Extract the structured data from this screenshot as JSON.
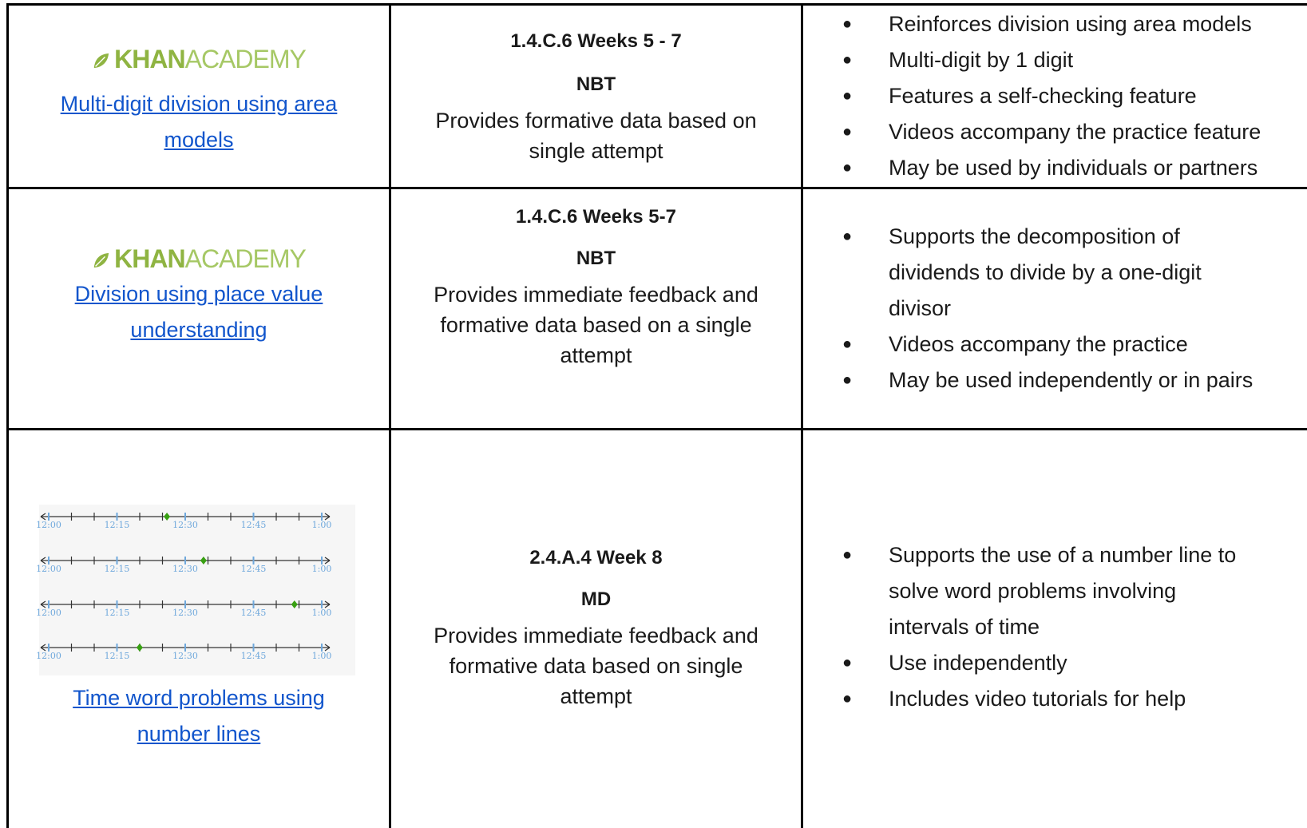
{
  "rows": [
    {
      "logo": {
        "bold": "KHAN",
        "light": "ACADEMY"
      },
      "link": {
        "line1": "Multi-digit division using area",
        "line2": "models"
      },
      "standard": "1.4.C.6  Weeks 5 - 7",
      "domain": "NBT",
      "desc": {
        "line1": "Provides formative data based on",
        "line2": "single attempt"
      },
      "bullets": [
        "Reinforces division using area models",
        "Multi-digit by 1 digit",
        "Features a self-checking feature",
        "Videos accompany the practice feature",
        "May be used by individuals or partners"
      ]
    },
    {
      "logo": {
        "bold": "KHAN",
        "light": "ACADEMY"
      },
      "link": {
        "line1": "Division using place value",
        "line2": "understanding"
      },
      "standard": "1.4.C.6 Weeks 5-7",
      "domain": "NBT",
      "desc": {
        "line1": "Provides immediate feedback and",
        "line2": "formative data based on a single",
        "line3": "attempt"
      },
      "bullets": [
        "Supports the decomposition of",
        "dividends to divide by a one-digit",
        "divisor",
        "Videos accompany the practice",
        "May be used independently or in pairs"
      ]
    },
    {
      "timeline_labels": [
        "12:00",
        "12:15",
        "12:30",
        "12:45",
        "1:00"
      ],
      "link": {
        "line1": "Time word problems using",
        "line2": "number lines"
      },
      "standard": "2.4.A.4 Week 8",
      "domain": "MD",
      "desc": {
        "line1": "Provides immediate feedback and",
        "line2": "formative data based on single",
        "line3": "attempt"
      },
      "bullets": [
        "Supports the use of a number line to",
        "solve word problems involving",
        "intervals of time",
        "Use independently",
        "Includes video tutorials for help"
      ]
    }
  ],
  "colors": {
    "link": "#1155cc",
    "logo_green": "#8fb442",
    "timeline_tick": "#6fa8dc",
    "timeline_dot": "#38a012"
  },
  "timeline_dot_fractions": [
    0.433,
    0.567,
    0.9,
    0.333
  ]
}
